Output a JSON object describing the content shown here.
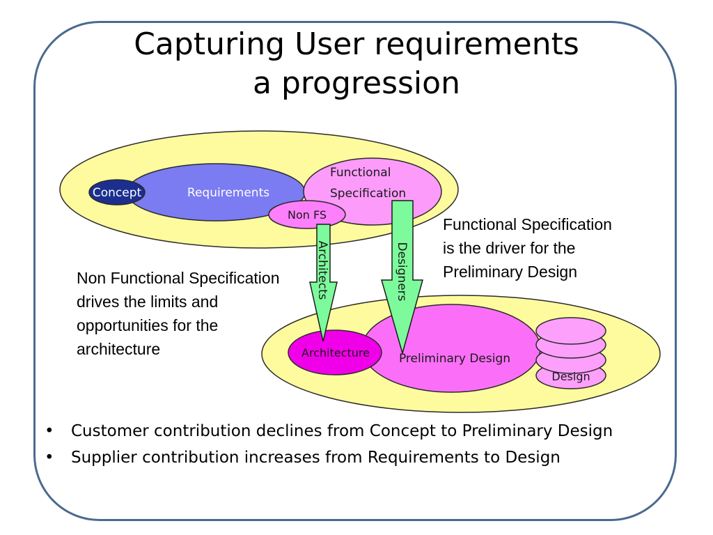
{
  "title": {
    "line1": "Capturing User requirements",
    "line2": "a progression"
  },
  "diagram": {
    "concept": "Concept",
    "requirements": "Requirements",
    "functional_spec_line1": "Functional",
    "functional_spec_line2": "Specification",
    "non_fs": "Non FS",
    "architects": "Architects",
    "designers": "Designers",
    "architecture": "Architecture",
    "preliminary_design": "Preliminary Design",
    "design": "Design"
  },
  "notes": {
    "functional_line1": "Functional Specification",
    "functional_line2": "is the driver for the",
    "functional_line3": "Preliminary Design",
    "nonfunctional_line1": "Non Functional Specification",
    "nonfunctional_line2": "drives the limits and",
    "nonfunctional_line3": "opportunities for the",
    "nonfunctional_line4": "architecture"
  },
  "bullets": [
    "Customer contribution declines from Concept to Preliminary Design",
    "Supplier contribution increases from Requirements to Design"
  ],
  "colors": {
    "frame": "#4a6a8f",
    "outer_ellipse": "#fdfb9e",
    "concept": "#1c2f8f",
    "requirements": "#7b7bf2",
    "functional_spec": "#fd9bfb",
    "non_fs": "#fd7ffb",
    "architecture": "#f000e8",
    "preliminary_design": "#fb6ff8",
    "design": "#fda0fb",
    "arrow": "#7dfa9b"
  }
}
